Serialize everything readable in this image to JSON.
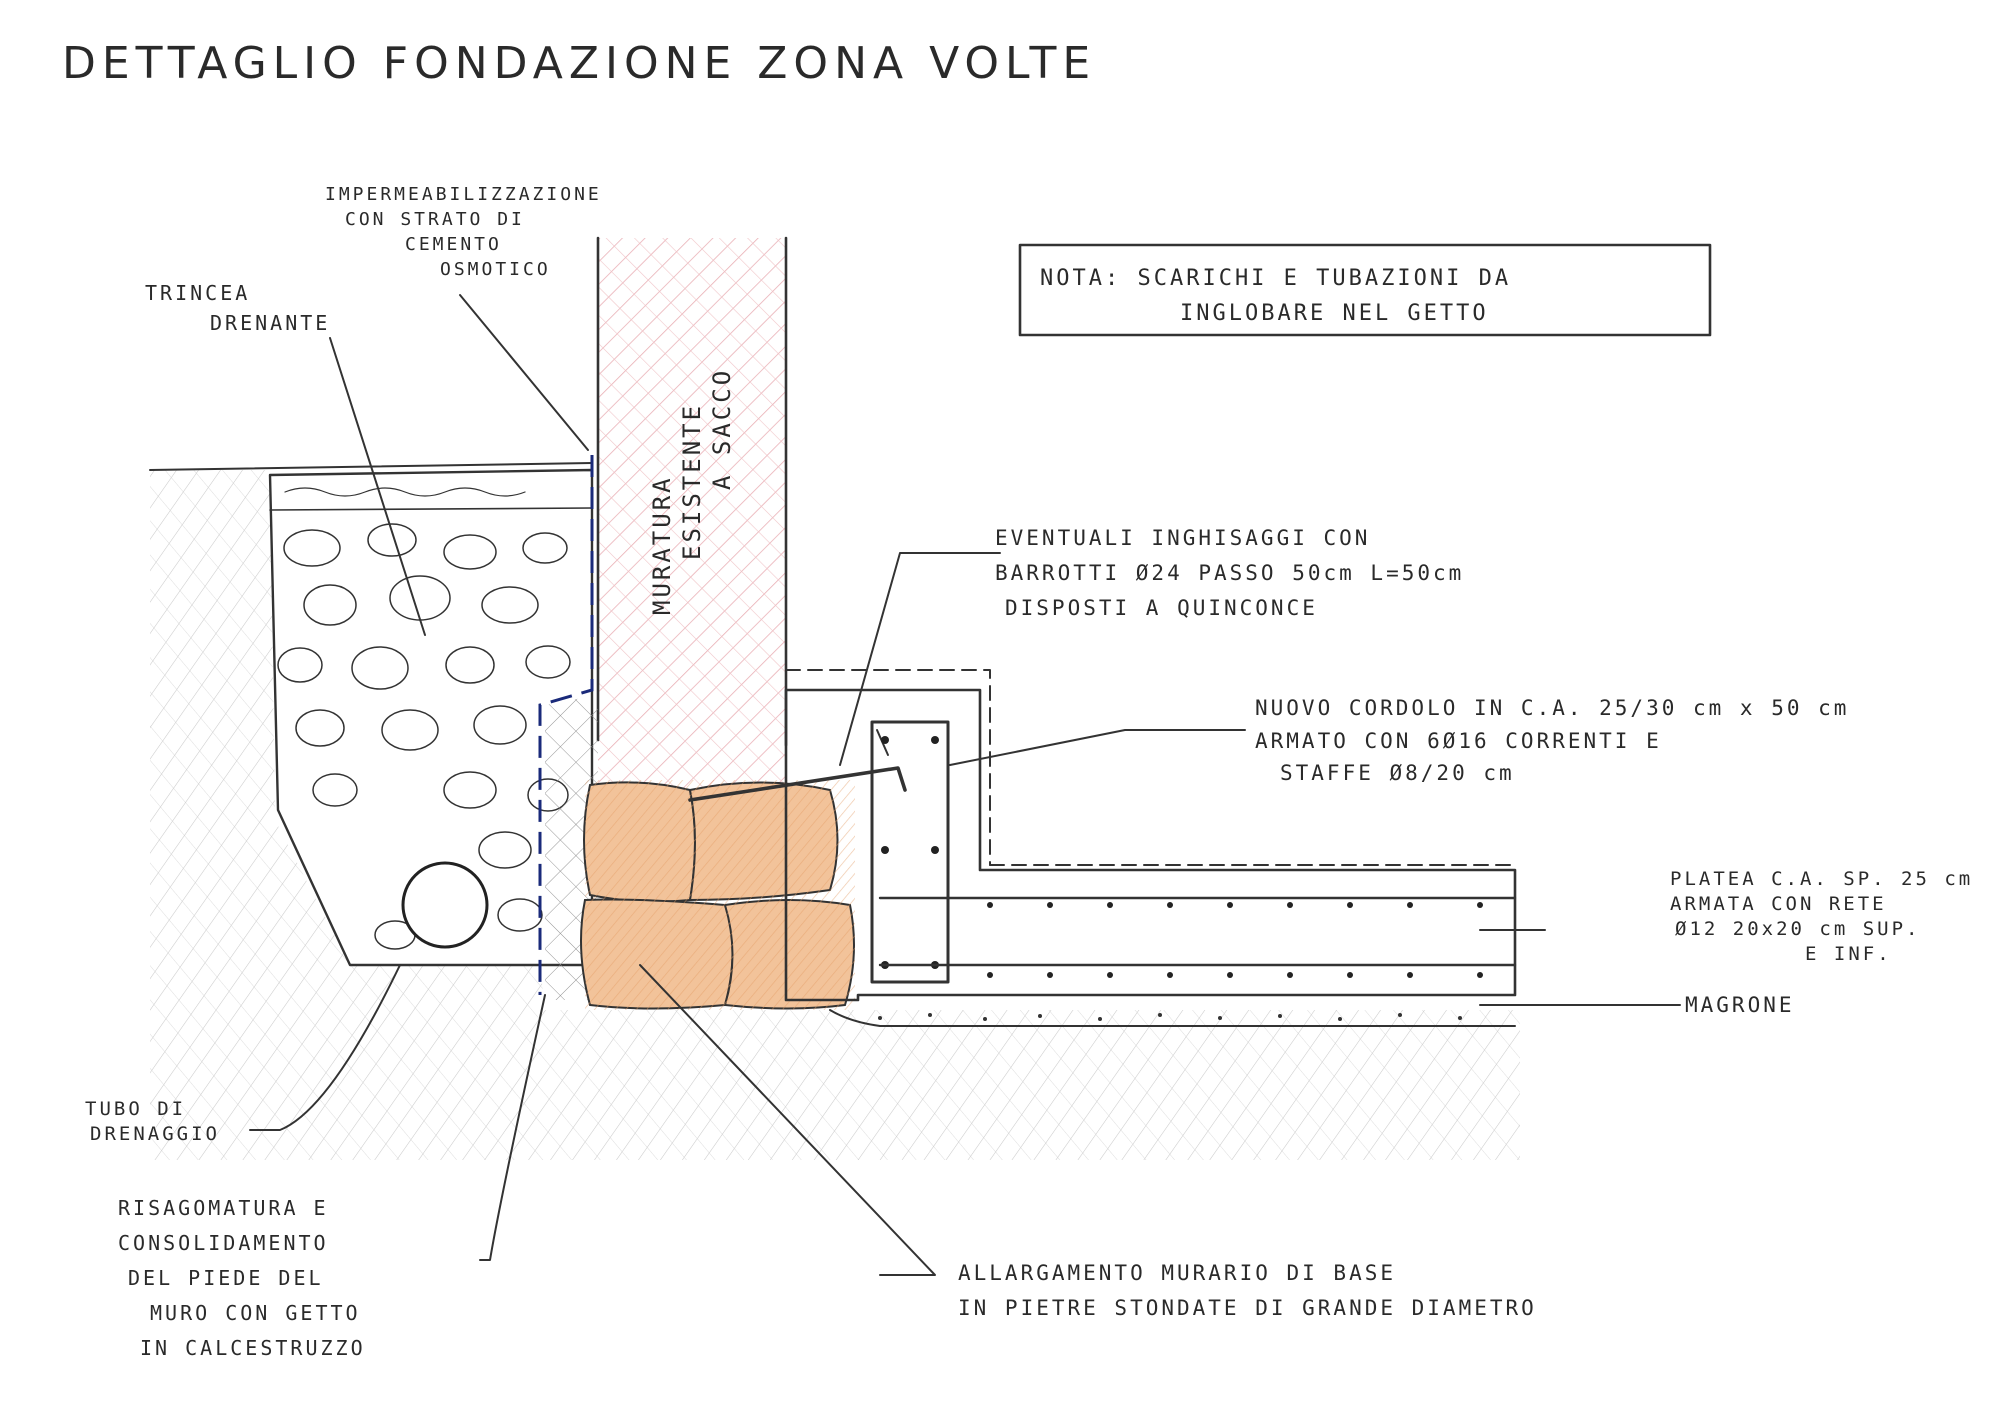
{
  "title": "DETTAGLIO FONDAZIONE ZONA VOLTE",
  "note": {
    "line1": "NOTA: SCARICHI E TUBAZIONI DA",
    "line2": "INGLOBARE NEL GETTO"
  },
  "labels": {
    "waterproofing": [
      "IMPERMEABILIZZAZIONE",
      "CON STRATO DI",
      "CEMENTO",
      "OSMOTICO"
    ],
    "trench": [
      "TRINCEA",
      "DRENANTE"
    ],
    "wall": [
      "MURATURA",
      "ESISTENTE",
      "A SACCO"
    ],
    "anchors": [
      "EVENTUALI INGHISAGGI CON",
      "BARROTTI Ø24 PASSO 50cm L=50cm",
      "DISPOSTI A QUINCONCE"
    ],
    "curb": [
      "NUOVO CORDOLO IN C.A. 25/30 cm x 50 cm",
      "ARMATO CON 6Ø16 CORRENTI E",
      "STAFFE Ø8/20 cm"
    ],
    "slab": [
      "PLATEA C.A. SP. 25 cm",
      "ARMATA CON RETE",
      "Ø12 20x20 cm SUP.",
      "E INF."
    ],
    "lean_concrete": [
      "MAGRONE"
    ],
    "drain_pipe": [
      "TUBO DI",
      "DRENAGGIO"
    ],
    "reshaping": [
      "RISAGOMATURA E",
      "CONSOLIDAMENTO",
      "DEL PIEDE DEL",
      "MURO CON GETTO",
      "IN CALCESTRUZZO"
    ],
    "widening": [
      "ALLARGAMENTO MURARIO DI BASE",
      "IN PIETRE STONDATE DI GRANDE DIAMETRO"
    ]
  },
  "colors": {
    "ink": "#333333",
    "gravel": "#f6f2a6",
    "wall_hatch": "#e8a0a8",
    "stone": "#f2c39a",
    "waterproofing_line": "#1a2a7a",
    "soil_hatch": "#b9b9b9"
  }
}
